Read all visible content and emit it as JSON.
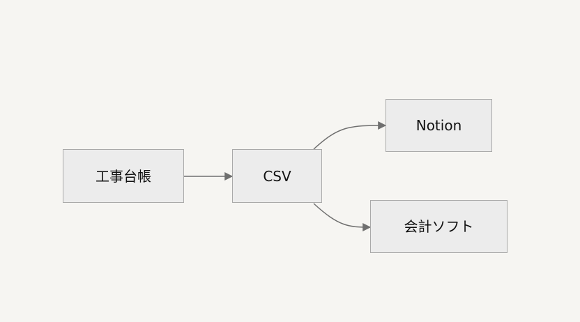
{
  "diagram": {
    "type": "flowchart",
    "nodes": [
      {
        "id": "ledger",
        "label": "工事台帳"
      },
      {
        "id": "csv",
        "label": "CSV"
      },
      {
        "id": "notion",
        "label": "Notion"
      },
      {
        "id": "accounting",
        "label": "会計ソフト"
      }
    ],
    "edges": [
      {
        "from": "ledger",
        "to": "csv"
      },
      {
        "from": "csv",
        "to": "notion"
      },
      {
        "from": "csv",
        "to": "accounting"
      }
    ],
    "colors": {
      "background": "#f6f5f2",
      "node_fill": "#ececec",
      "node_border": "#a9a9a9",
      "edge": "#6f6f6f",
      "text": "#111111"
    }
  }
}
